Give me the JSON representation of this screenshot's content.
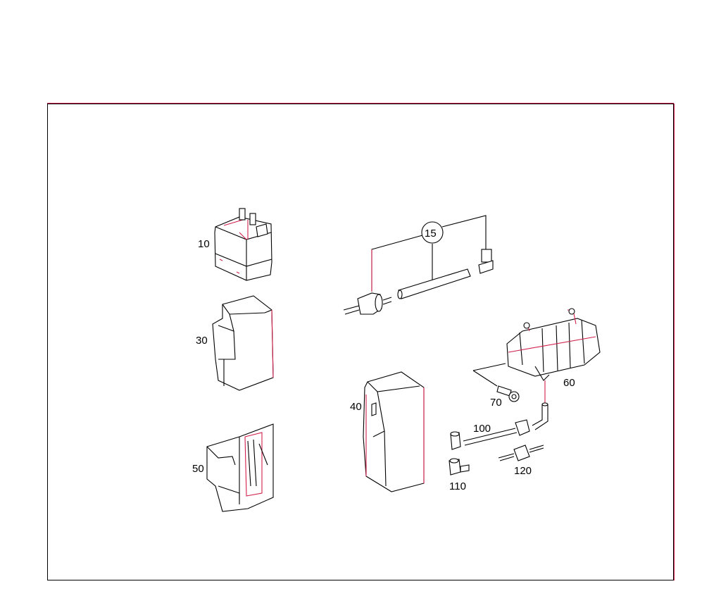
{
  "diagram": {
    "type": "exploded-parts-view",
    "line_color": "#000000",
    "accent_color": "#d21f4b",
    "parts": [
      {
        "id": "10",
        "label": "10",
        "description": "control unit box with two connectors"
      },
      {
        "id": "15",
        "label": "15",
        "description": "fuel filter with hose and elbow connector (kit)",
        "circled": true
      },
      {
        "id": "30",
        "label": "30",
        "description": "housing cover"
      },
      {
        "id": "40",
        "label": "40",
        "description": "housing cover"
      },
      {
        "id": "50",
        "label": "50",
        "description": "bracket housing"
      },
      {
        "id": "60",
        "label": "60",
        "description": "canister / reservoir"
      },
      {
        "id": "70",
        "label": "70",
        "description": "bolt"
      },
      {
        "id": "100",
        "label": "100",
        "description": "line with valve"
      },
      {
        "id": "110",
        "label": "110",
        "description": "clip connector"
      },
      {
        "id": "120",
        "label": "120",
        "description": "valve"
      }
    ]
  }
}
